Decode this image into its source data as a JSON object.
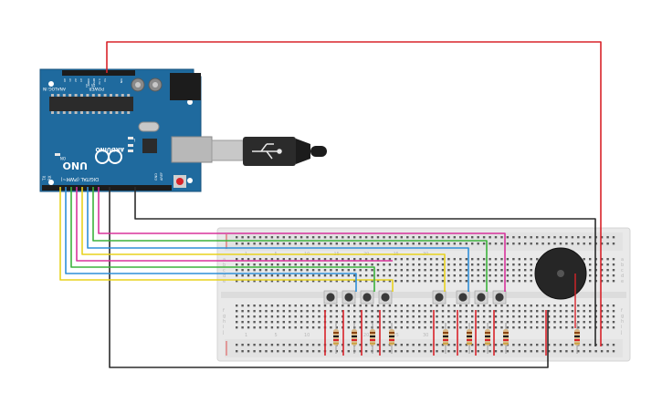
{
  "board": {
    "name_label": "UNO",
    "brand_label": "ARDUINO",
    "digital_label": "DIGITAL (PWM~)",
    "power_label": "POWER",
    "analog_label": "ANALOG IN",
    "tx_label": "TX",
    "rx_label": "RX",
    "l_label": "L",
    "on_label": "ON",
    "aref_label": "AREF",
    "gnd_label": "GND",
    "ioref_label": "IOREF",
    "reset_label": "RESET",
    "v33_label": "3.3V",
    "v5_label": "5V",
    "vin_label": "VIN",
    "a0_label": "A0",
    "a1_label": "A1",
    "a2_label": "A2",
    "a3_label": "A3",
    "a4_label": "A4",
    "a5_label": "A5"
  },
  "breadboard": {
    "numbers": [
      "1",
      "5",
      "10",
      "15",
      "20",
      "25",
      "30"
    ],
    "row_letters": [
      "a",
      "b",
      "c",
      "d",
      "e",
      "f",
      "g",
      "h",
      "i",
      "j"
    ]
  },
  "colors": {
    "board": "#1f6a9e",
    "breadboard": "#e9e9e9",
    "wire_red": "#d8232a",
    "wire_black": "#2b2b2b",
    "wire_yellow": "#e8d21d",
    "wire_green": "#3cb23c",
    "wire_blue": "#2f8fd8",
    "wire_magenta": "#d8339c",
    "buzzer": "#262626",
    "button": "#3a3a3a"
  },
  "components": {
    "pushbuttons": 8,
    "resistors": 9,
    "buzzer": 1,
    "usb_cable": 1
  }
}
